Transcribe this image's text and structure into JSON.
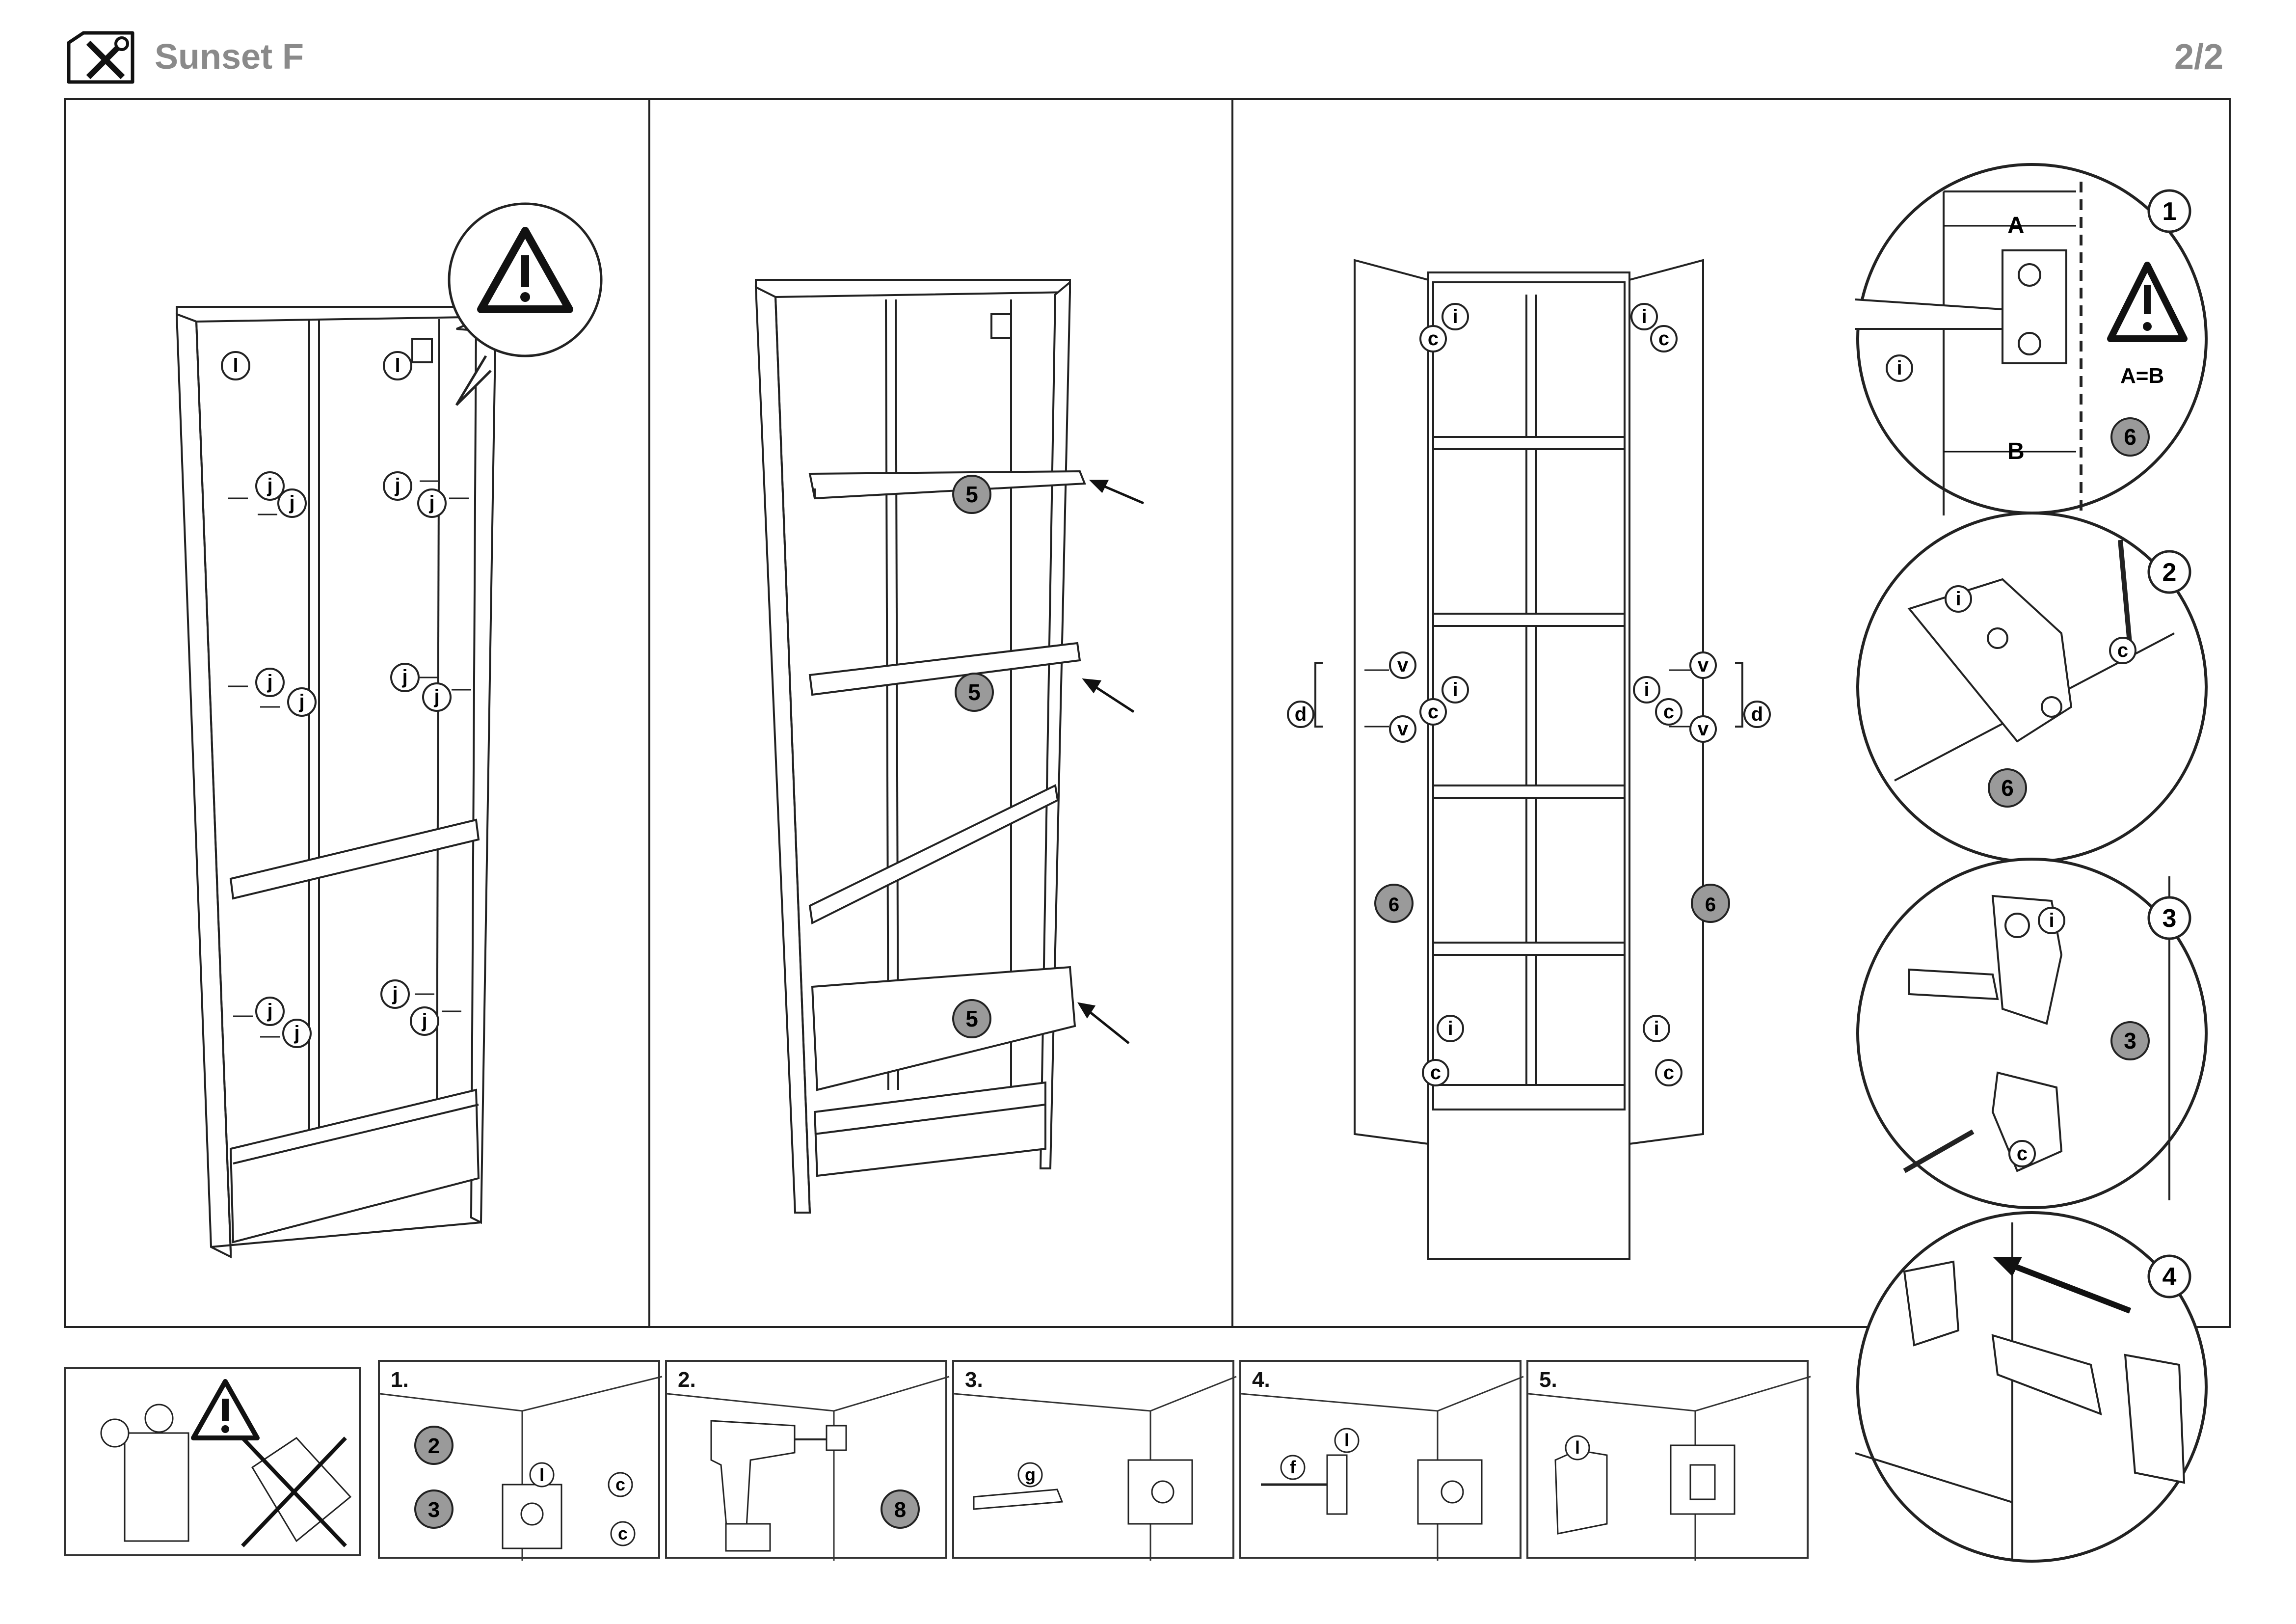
{
  "header": {
    "title": "Sunset F",
    "page": "2/2"
  },
  "panel1": {
    "labels": [
      "l",
      "l",
      "j",
      "j",
      "j",
      "j",
      "j",
      "j",
      "j",
      "j",
      "j",
      "j",
      "j",
      "j"
    ]
  },
  "panel2": {
    "shelf_badges": [
      "5",
      "5",
      "5"
    ]
  },
  "panel3": {
    "hinge_labels": {
      "i": "i",
      "c": "c",
      "v": "v",
      "d": "d"
    },
    "door_badges": [
      "6",
      "6"
    ]
  },
  "details": {
    "d1": {
      "num": "1",
      "a": "A",
      "b": "B",
      "rule": "A=B",
      "badge": "6"
    },
    "d2": {
      "num": "2",
      "i": "i",
      "c": "c",
      "badge": "6"
    },
    "d3": {
      "num": "3",
      "i": "i",
      "c": "c",
      "badge": "3"
    },
    "d4": {
      "num": "4"
    }
  },
  "steps": [
    {
      "num": "1.",
      "badges": [
        "2",
        "3"
      ],
      "labels": [
        "l",
        "c",
        "c"
      ]
    },
    {
      "num": "2.",
      "badges": [
        "8"
      ]
    },
    {
      "num": "3.",
      "labels": [
        "g"
      ]
    },
    {
      "num": "4.",
      "labels": [
        "l",
        "f"
      ]
    },
    {
      "num": "5.",
      "labels": [
        "l"
      ]
    }
  ]
}
